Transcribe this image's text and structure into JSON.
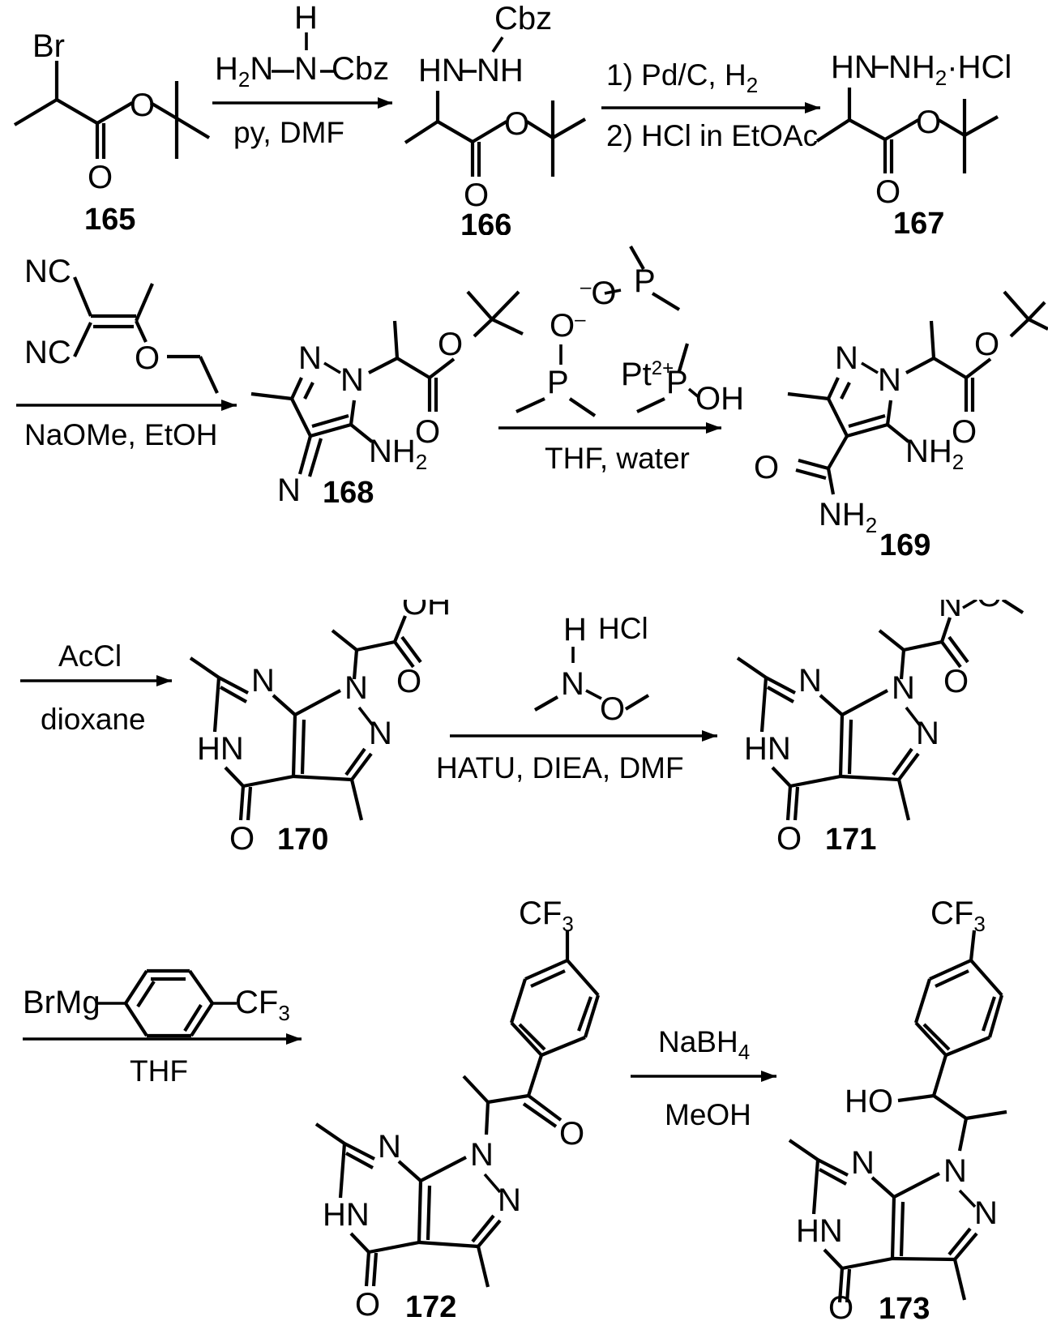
{
  "document": {
    "type": "chemical-reaction-scheme",
    "title": "Multi-step synthesis scheme compounds 165-173",
    "background": "#ffffff",
    "ink": "#000000"
  },
  "rows": [
    {
      "id": "row-1",
      "steps": [
        {
          "id": "step-165-166",
          "reactant_label": "165",
          "reagents_above": [
            "H2N",
            "N",
            "H",
            "Cbz"
          ],
          "reagent_text_above": "H₂N–N(H)–Cbz",
          "conditions_below": "py, DMF",
          "product_label": "166"
        },
        {
          "id": "step-166-167",
          "conditions_above": "1) Pd/C, H₂",
          "conditions_below": "2) HCl in EtOAc",
          "product_label": "167"
        }
      ]
    },
    {
      "id": "row-2",
      "steps": [
        {
          "id": "step-167-168",
          "reagent_name": "(ethoxymethylene)malononitrile derivative",
          "reagent_atoms": [
            "NC",
            "NC",
            "O"
          ],
          "conditions_below": "NaOMe, EtOH",
          "product_label": "168"
        },
        {
          "id": "step-168-169",
          "reagent_name": "platinum phosphinite catalyst",
          "reagent_atoms": [
            "P",
            "O",
            "O",
            "P",
            "Pt",
            "P",
            "OH"
          ],
          "reagent_charges": [
            "-",
            "-",
            "2+"
          ],
          "conditions_below": "THF, water",
          "product_label": "169"
        }
      ]
    },
    {
      "id": "row-3",
      "steps": [
        {
          "id": "step-169-170",
          "conditions_above": "AcCl",
          "conditions_below": "dioxane",
          "product_label": "170"
        },
        {
          "id": "step-170-171",
          "reagent_name": "N,O-dimethylhydroxylamine hydrochloride",
          "reagent_atoms": [
            "H",
            "N",
            "O",
            "HCl"
          ],
          "conditions_below": "HATU, DIEA, DMF",
          "product_label": "171"
        }
      ]
    },
    {
      "id": "row-4",
      "steps": [
        {
          "id": "step-171-172",
          "reagent_name": "4-(trifluoromethyl)phenylmagnesium bromide",
          "reagent_atoms": [
            "BrMg",
            "CF3"
          ],
          "conditions_below": "THF",
          "product_label": "172"
        },
        {
          "id": "step-172-173",
          "conditions_above": "NaBH₄",
          "conditions_below": "MeOH",
          "product_label": "173"
        }
      ]
    }
  ],
  "labels": {
    "cpd165": "165",
    "cpd166": "166",
    "cpd167": "167",
    "cpd168": "168",
    "cpd169": "169",
    "cpd170": "170",
    "cpd171": "171",
    "cpd172": "172",
    "cpd173": "173"
  },
  "atom_text": {
    "Br": "Br",
    "O": "O",
    "N": "N",
    "H": "H",
    "HN": "HN",
    "NH": "NH",
    "Cbz": "Cbz",
    "H2N": "H",
    "H2N_sub": "2",
    "H2N_rest": "N",
    "NH2": "NH",
    "NH2_sub": "2",
    "HCl_dot": "·HCl",
    "NC": "NC",
    "OH": "OH",
    "HO": "HO",
    "P": "P",
    "Pt": "Pt",
    "Pt_charge": "2+",
    "minus": "–",
    "CF3": "CF",
    "CF3_sub": "3",
    "BrMg": "BrMg",
    "HCl": "HCl"
  },
  "conditions": {
    "py_dmf": "py, DMF",
    "pd_c_h2_a": "1) Pd/C, H",
    "pd_c_h2_sub": "2",
    "hcl_etoac": "2) HCl in EtOAc",
    "naome_etoh": "NaOMe, EtOH",
    "thf_water": "THF, water",
    "accl": "AcCl",
    "dioxane": "dioxane",
    "hatu": "HATU, DIEA, DMF",
    "thf": "THF",
    "nabh4": "NaBH",
    "nabh4_sub": "4",
    "meoh": "MeOH"
  }
}
